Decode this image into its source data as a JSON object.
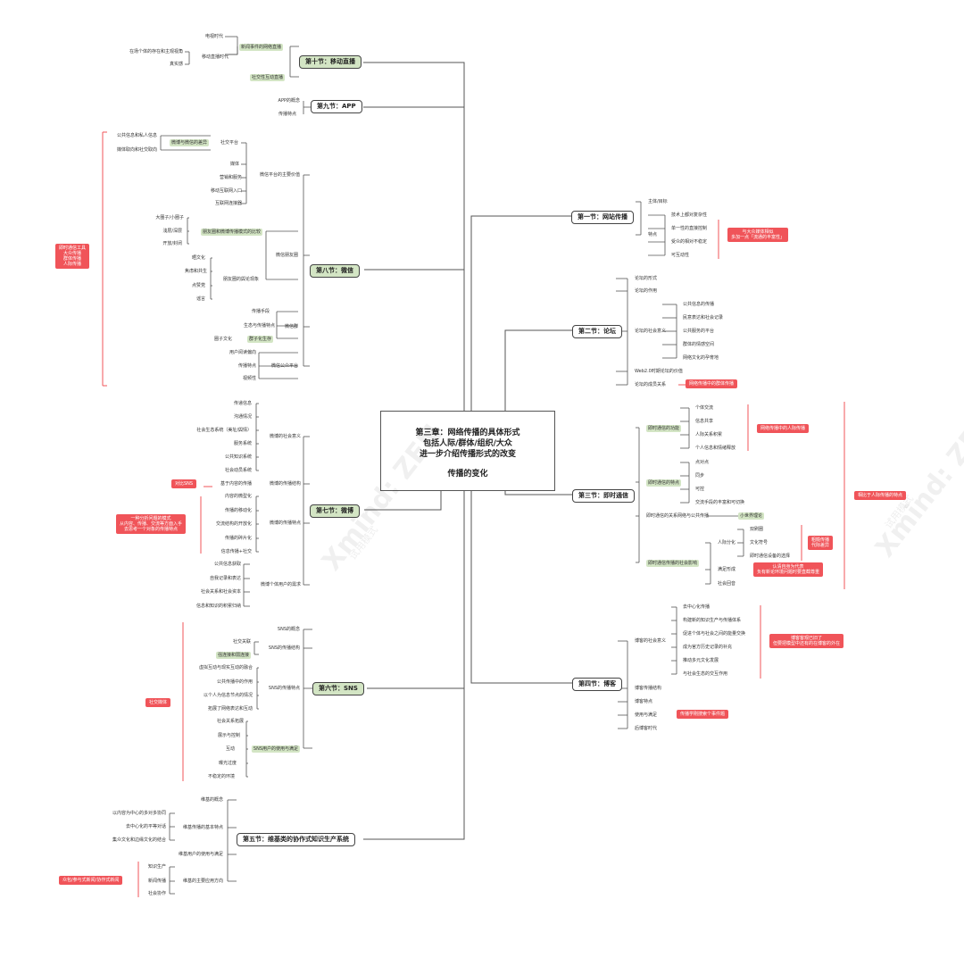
{
  "center": {
    "title": "第三章：网络传播的具体形式\n包括人际/群体/组织/大众\n进一步介绍传播形式的改变",
    "subtitle": "传播的变化"
  },
  "colors": {
    "line": "#555555",
    "red": "#f05459",
    "green": "#d3e5c4"
  },
  "watermark": {
    "brand": "Xmind: ZEN",
    "mode": "试用模式"
  },
  "sections": {
    "s10": {
      "label": "第十节：移动直播",
      "children": [
        "新闻事件的网络直播",
        "社交性互动直播"
      ],
      "sub": [
        "电视时代",
        "移动直播时代",
        "在场个体的存在和主观视角",
        "真实感"
      ]
    },
    "s9": {
      "label": "第九节：APP",
      "children": [
        "APP的概念",
        "传播特点"
      ]
    },
    "s8": {
      "label": "第八节：微信",
      "children": [
        "微信平台的主要价值",
        "微信朋友圈",
        "微信群",
        "微信公众平台"
      ],
      "value": [
        "社交平台",
        "媒体",
        "营销和服务",
        "移动互联网入口",
        "互联网连接器"
      ],
      "social": [
        "社交平台",
        "微博与微信的差异"
      ],
      "social_sub": [
        "公共信息和私人信息",
        "媒体取向和社交取向"
      ],
      "circle": [
        "朋友圈和微博传播模式的比较",
        "朋友圈的舆论现象"
      ],
      "circle_sub": [
        "大圈子/小圈子",
        "浅层/深层",
        "开放/封闭"
      ],
      "circle_op": [
        "晒文化",
        "焦虑和共生",
        "点赞党",
        "谣言"
      ],
      "group": [
        "传播手段",
        "生态与传播特点",
        "群子化生存"
      ],
      "group_culture": "圈子文化",
      "pub": [
        "用户阅读偏向",
        "传播特点",
        "视频性"
      ],
      "note": "即时通信工具\n大众传播\n群体传播\n人际传播"
    },
    "s7": {
      "label": "第七节：微博",
      "children": [
        "微博的社会意义",
        "微博的传播结构",
        "微博的传播特点",
        "微博个体用户的需求"
      ],
      "social": [
        "传递信息",
        "沟通情况",
        "社会生态系统（美址/舆情）",
        "服务系统",
        "公共知识系统",
        "社会动员系统"
      ],
      "structure": [
        "基于内容的传播"
      ],
      "structure_note": "对比SNS",
      "traits": [
        "内容的微型化",
        "传播的移动化",
        "交流结构的开放化",
        "传播的碎片化",
        "信息传播+社交"
      ],
      "traits_note": "一种分析问题的模式\n从内容、传播、交流等方面入手\n去思考一个对象的传播特点",
      "needs": [
        "公共信息获取",
        "自我记录和表达",
        "社会关系和社会资本",
        "信息和知识的积累归纳"
      ]
    },
    "s6": {
      "label": "第六节：SNS",
      "children": [
        "SNS的概念",
        "SNS的传播结构",
        "SNS的传播特点",
        "SNS用户的使用与满足"
      ],
      "structure": [
        "社交关联",
        "强连接和弱连接"
      ],
      "traits": [
        "虚拟互动与现实互动的融合",
        "公共传播中的作用",
        "以个人为信息节点的情况",
        "拓展了网络表达和互动"
      ],
      "uses": [
        "社会关系拓展",
        "展示与控制",
        "互动",
        "曝光过度",
        "不稳定的环境"
      ],
      "note": "社交媒体"
    },
    "s5": {
      "label": "第五节：维基类的协作式知识生产系统",
      "children": [
        "维基的概念",
        "维基传播的基本特点",
        "维基用户的使用与满足",
        "维基的主要应用方向"
      ],
      "basic": [
        "以内容为中心的多对多协同",
        "去中心化的平等对话",
        "集众文化和边缘文化的结合"
      ],
      "apps": [
        "知识生产",
        "新闻传播",
        "社会协作"
      ],
      "note": "众包/参与式新闻/协作式新闻"
    },
    "s1": {
      "label": "第一节：网站传播",
      "children": [
        "主体/目标",
        "特点"
      ],
      "traits": [
        "技术上都对复杂性",
        "单一性的直接控制",
        "受众的相对不稳定",
        "可互动性"
      ],
      "note": "与大众媒体相似\n多加一点「流通的丰富性」"
    },
    "s2": {
      "label": "第二节：论坛",
      "children": [
        "论坛的形式",
        "论坛的作用",
        "论坛的社会意义",
        "Web2.0时期论坛的价值",
        "论坛的成员关系"
      ],
      "social": [
        "公共信息的传播",
        "民意表达和社会记录",
        "公共服务的平台",
        "群体的情感空间",
        "网络文化的孕育地"
      ],
      "note": "网络传播中的群体传播"
    },
    "s3": {
      "label": "第三节：即时通信",
      "children": [
        "即时通信的功能",
        "即时通信的特点",
        "即时通信的关系网络与公共传播",
        "即时通信传播的社会影响"
      ],
      "func": [
        "个体交流",
        "信息共享",
        "人际关系积累",
        "个人信息和情绪释放"
      ],
      "func_note": "网络传播中的人际传播",
      "traits": [
        "点对点",
        "同步",
        "可控",
        "交流手段的丰富和可切换"
      ],
      "net_hl": "小世界理论",
      "impact": [
        "人际分化",
        "满足形成",
        "社会回音"
      ],
      "impact_sub": [
        "双刷圈",
        "文化符号",
        "即时通信设备的选择"
      ],
      "impact_note1": "粗糙传播\n代际差异",
      "impact_note2": "认清自身为代表\n负有新论环境问题时要直截尊重",
      "note": "相比于人际传播的特点"
    },
    "s4": {
      "label": "第四节：博客",
      "children": [
        "博客的社会意义",
        "博客传播结构",
        "博客特点",
        "使用与满足",
        "后博客时代"
      ],
      "social": [
        "去中心化传播",
        "构建新的知识生产与传播体系",
        "促进个体与社会之间的能量交换",
        "成为官方历史记录的补充",
        "推动多元文化发展",
        "与社会生态的交互作用"
      ],
      "note": "博客客观已旧了\n但要把模型中还有的在博客的外在",
      "uses_note": "传播学刚搜索个事件题"
    }
  }
}
